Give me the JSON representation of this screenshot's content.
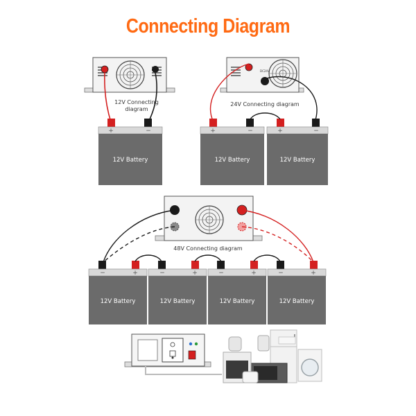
{
  "title": "Connecting Diagram",
  "diagram_12v": {
    "label_line1": "12V Connecting",
    "label_line2": "diagram",
    "battery": "12V Battery"
  },
  "diagram_24v": {
    "label": "24V Connecting diagram",
    "inverter_tag": "DC24V",
    "batteries": [
      "12V Battery",
      "12V Battery"
    ]
  },
  "diagram_48v": {
    "label": "48V Connecting diagram",
    "batteries": [
      "12V Battery",
      "12V Battery",
      "12V Battery",
      "12V Battery"
    ]
  },
  "terminal_signs": {
    "plus": "+",
    "minus": "−"
  },
  "colors": {
    "positive": "#d42020",
    "negative": "#1a1a1a",
    "battery": "#6b6b6b",
    "title": "#ff6a13"
  }
}
